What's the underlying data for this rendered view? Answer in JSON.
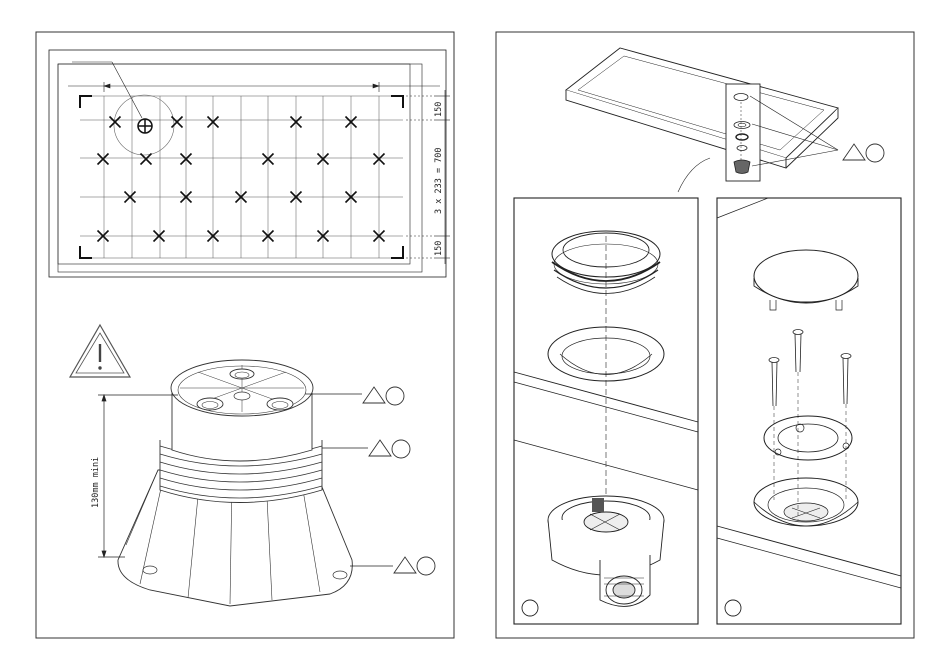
{
  "layout_plan": {
    "dimensions": {
      "top_margin": "150",
      "middle_span": "3 x 233 = 700",
      "bottom_margin": "150"
    },
    "support_marker": "x-mark-icon",
    "drain_marker": "circle-plus-icon",
    "grid_rows": 4,
    "grid_columns": 7
  },
  "pedestal": {
    "warning": "warning-triangle-icon",
    "height_label": "130mm mini",
    "callouts": [
      "triangle-circle-callout-1",
      "triangle-circle-callout-2",
      "triangle-circle-callout-3"
    ]
  },
  "shower_tray": {
    "callout": "triangle-circle-callout-4",
    "exploded_parts": [
      "waste-cap",
      "seal-ring",
      "gasket",
      "drain-body"
    ]
  },
  "detail_left": {
    "step_marker": "step-circle-1",
    "parts": [
      "flanged-seal-ring",
      "tray-drain-hole",
      "siphon-drain-body"
    ]
  },
  "detail_right": {
    "step_marker": "step-circle-2",
    "parts": [
      "grate-cover",
      "screws",
      "retaining-ring",
      "drain-housing"
    ]
  }
}
